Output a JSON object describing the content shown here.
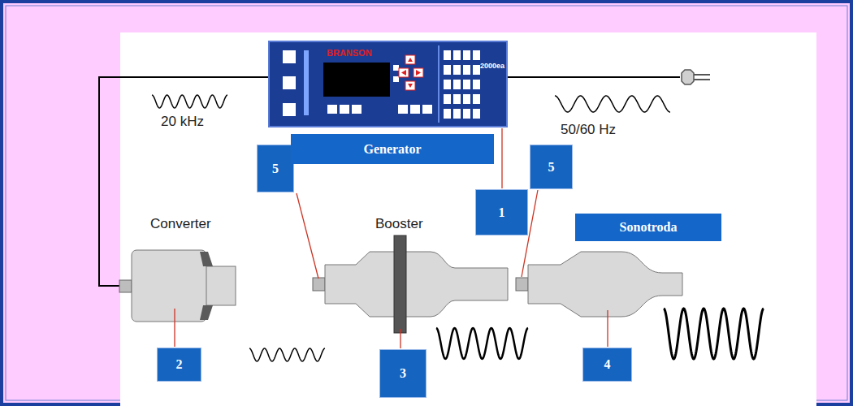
{
  "diagram": {
    "nodes": [
      {
        "text": [
          "BRANSON",
          "2000ea"
        ]
      },
      {
        "text": [
          "5"
        ]
      },
      {
        "text": [
          "Generator"
        ]
      },
      {
        "text": [
          "5"
        ]
      },
      {
        "text": [
          "Sonotroda"
        ]
      },
      {
        "text": [
          "1"
        ]
      },
      {
        "text": [
          "2"
        ]
      },
      {
        "text": [
          "3"
        ]
      },
      {
        "text": [
          "4"
        ]
      }
    ],
    "labels": [
      "20 kHz",
      "50/60 Hz",
      "Converter",
      "Booster"
    ]
  }
}
